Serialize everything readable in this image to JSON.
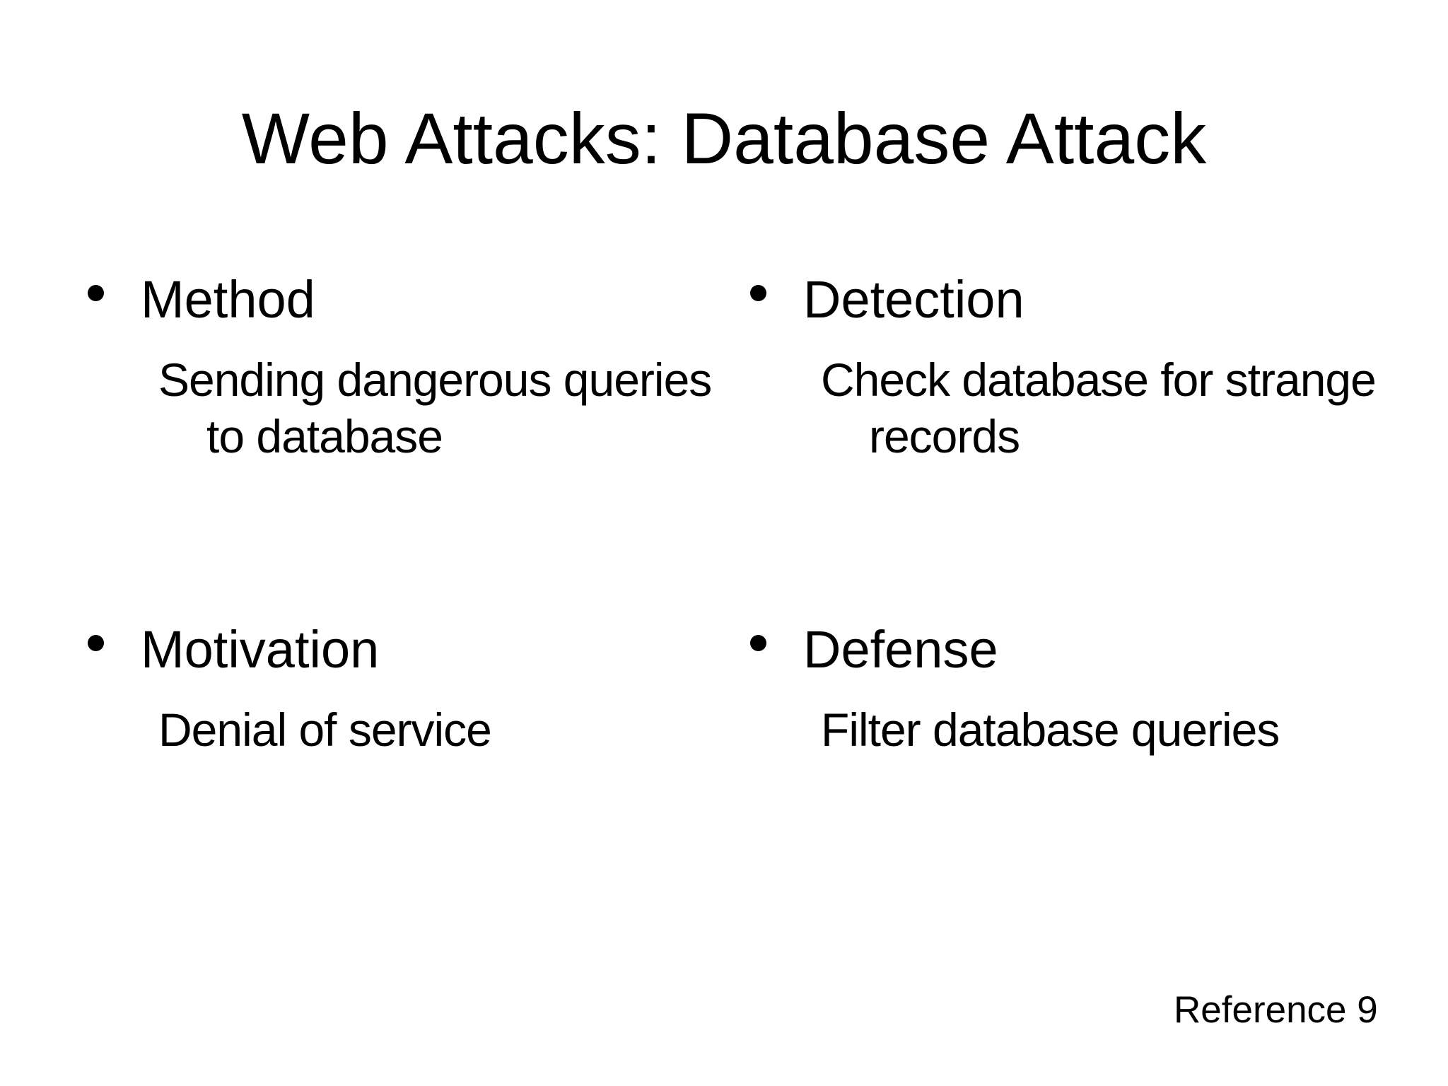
{
  "slide": {
    "title": "Web Attacks: Database Attack",
    "bullet_glyph": "filled-circle",
    "bullets": [
      {
        "heading": "Method",
        "lines": [
          "Sending dangerous queries",
          "to database"
        ]
      },
      {
        "heading": "Detection",
        "lines": [
          "Check database for strange",
          "records"
        ]
      },
      {
        "heading": "Motivation",
        "lines": [
          "Denial of service"
        ]
      },
      {
        "heading": "Defense",
        "lines": [
          "Filter database queries"
        ]
      }
    ],
    "footer_reference": "Reference 9",
    "colors": {
      "background": "#ffffff",
      "text": "#000000"
    }
  }
}
